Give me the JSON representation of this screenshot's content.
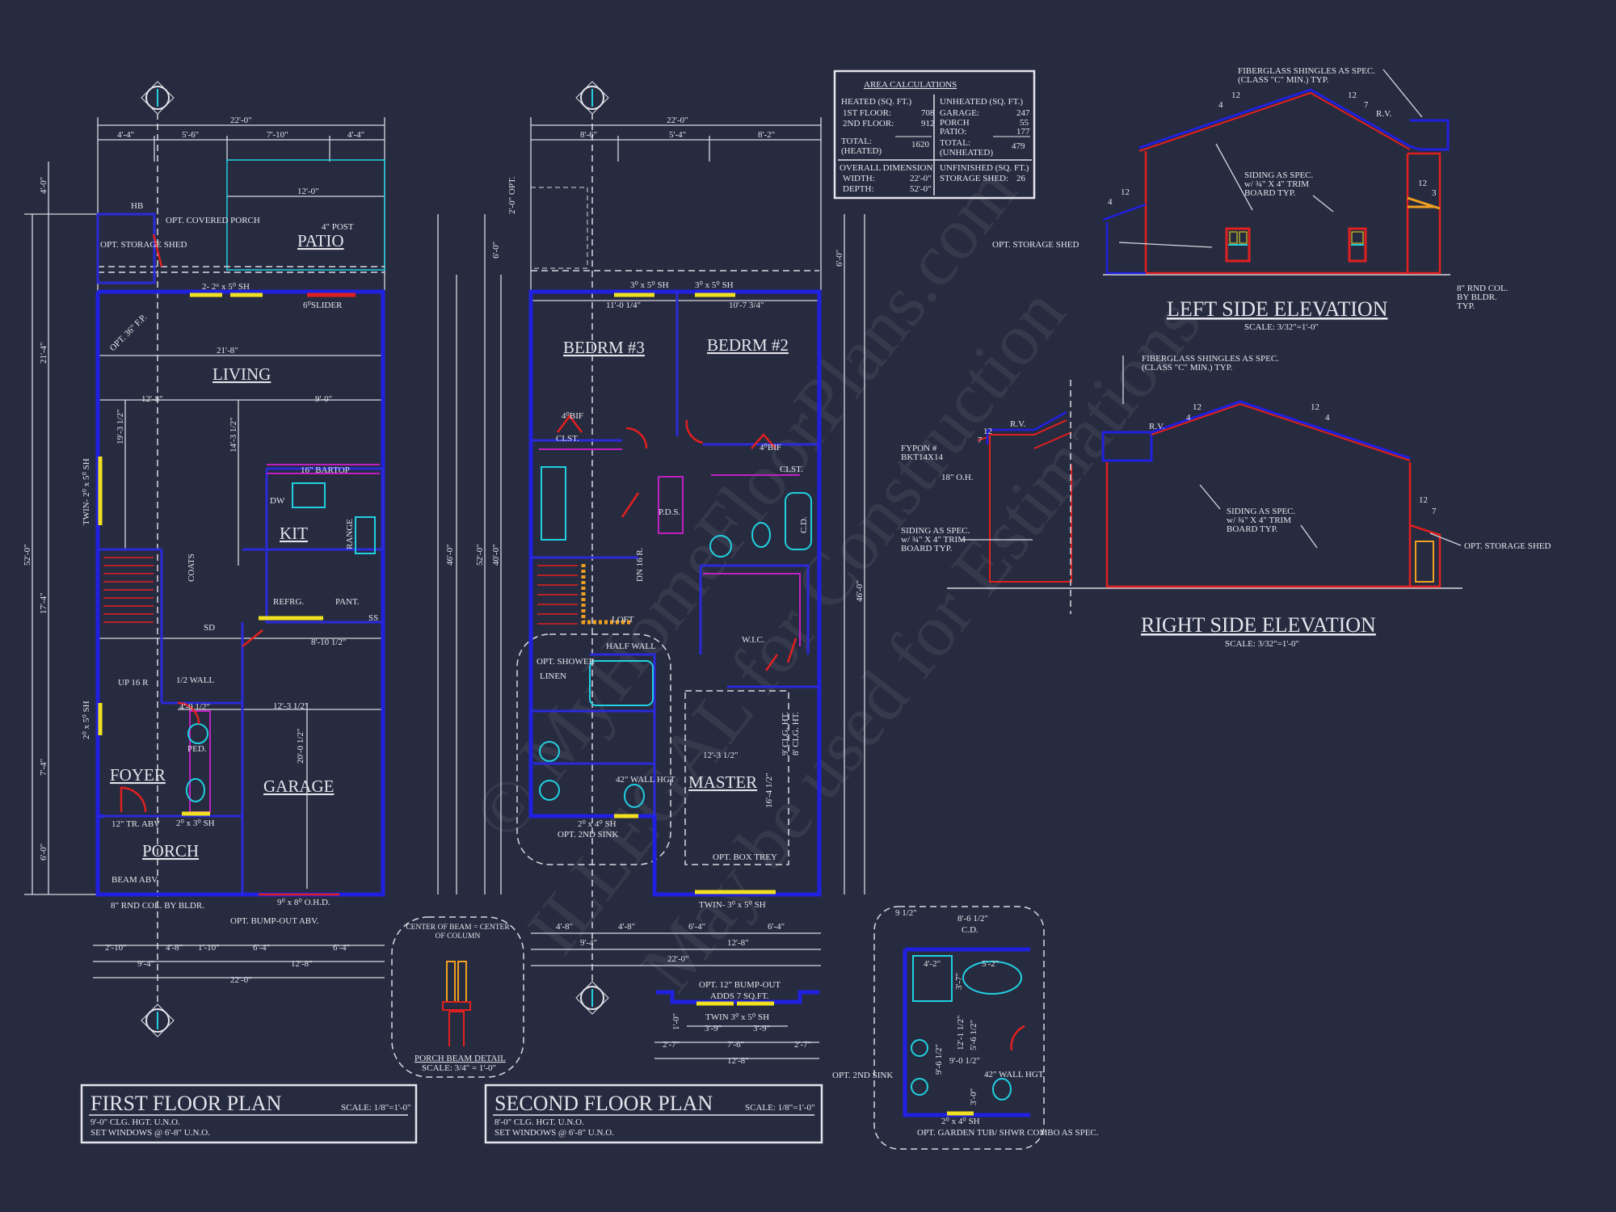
{
  "colors": {
    "background": "#272b3f",
    "wall": "#2020e0",
    "door": "#e02020",
    "window": "#f0e020",
    "fixture": "#20d0e0",
    "cabinet": "#c020c0",
    "dimension": "#d8d8e2"
  },
  "watermark": [
    "© MyHomeFloorPlans.com",
    "ILLEGAL for Construction",
    "May be used for Estimations"
  ],
  "area_calc": {
    "title": "AREA CALCULATIONS",
    "heated_header": "HEATED (SQ. FT.)",
    "heated": [
      {
        "label": "1ST FLOOR:",
        "value": "708"
      },
      {
        "label": "2ND FLOOR:",
        "value": "912"
      }
    ],
    "heated_total_label": "TOTAL:",
    "heated_total_sub": "(HEATED)",
    "heated_total": "1620",
    "unheated_header": "UNHEATED (SQ. FT.)",
    "unheated": [
      {
        "label": "GARAGE:",
        "value": "247"
      },
      {
        "label": "PORCH",
        "value": "55"
      },
      {
        "label": "PATIO:",
        "value": "177"
      }
    ],
    "unheated_total_label": "TOTAL:",
    "unheated_total_sub": "(UNHEATED)",
    "unheated_total": "479",
    "overall_header": "OVERALL DIMENSION",
    "overall": [
      {
        "label": "WIDTH:",
        "value": "22'-0\""
      },
      {
        "label": "DEPTH:",
        "value": "52'-0\""
      }
    ],
    "unfinished_header": "UNFINISHED (SQ. FT.)",
    "unfinished": [
      {
        "label": "STORAGE SHED:",
        "value": "26"
      }
    ]
  },
  "first_floor": {
    "title": "FIRST FLOOR PLAN",
    "scale": "SCALE: 1/8\"=1'-0\"",
    "notes": [
      "9'-0\" CLG. HGT. U.N.O.",
      "SET WINDOWS @ 6'-8\" U.N.O."
    ],
    "rooms": [
      "PATIO",
      "LIVING",
      "KIT",
      "GARAGE",
      "FOYER",
      "PORCH"
    ],
    "labels": [
      "22'-0\"",
      "4'-4\"",
      "5'-6\"",
      "7'-10\"",
      "4'-4\"",
      "12'-0\"",
      "OPT. COVERED PORCH",
      "4\" POST",
      "OPT. STORAGE SHED",
      "HB",
      "2- 2⁶ x 5⁰ SH",
      "6⁰SLIDER",
      "21'-8\"",
      "12'-8\"",
      "9'-0\"",
      "16\" BARTOP",
      "DW",
      "RANGE",
      "REFRG.",
      "PANT.",
      "COATS",
      "UP 16 R",
      "1/2 WALL",
      "PED.",
      "12\" TR. ABV",
      "BEAM ABV.",
      "8\" RND COL. BY BLDR.",
      "9⁰ x 8⁰ O.H.D.",
      "OPT. BUMP-OUT ABV.",
      "2⁰ x 3⁰ SH",
      "TWIN- 2⁰ x 5⁰ SH",
      "2⁰ x 5⁰ SH",
      "52'-0\"",
      "46'-0\"",
      "21'-4\"",
      "17'-4\"",
      "7'-4\"",
      "6'-0\"",
      "4'-0\"",
      "2'-10\"",
      "4'-8\"",
      "1'-10\"",
      "6'-4\"",
      "6'-4\"",
      "9'-4\"",
      "12'-8\"",
      "22'-0\"",
      "12'-3 1/2\"",
      "20'-0 1/2\"",
      "14'-3 1/2\"",
      "19'-3 1/2\"",
      "8'-10 1/2\"",
      "4'-0 1/2\"",
      "OPT. 36\" F.P.",
      "SD",
      "SS"
    ]
  },
  "second_floor": {
    "title": "SECOND FLOOR PLAN",
    "scale": "SCALE: 1/8\"=1'-0\"",
    "notes": [
      "8'-0\" CLG. HGT. U.N.O.",
      "SET WINDOWS @ 6'-8\" U.N.O."
    ],
    "rooms": [
      "BEDRM #3",
      "BEDRM #2",
      "LOFT",
      "W.I.C.",
      "MASTER"
    ],
    "labels": [
      "22'-0\"",
      "8'-6\"",
      "5'-4\"",
      "8'-2\"",
      "3⁰ x 5⁰ SH",
      "3⁰ x 5⁰ SH",
      "11'-0 1/4\"",
      "10'-7 3/4\"",
      "CLST.",
      "CLST.",
      "4⁰BIF",
      "4⁰BIF",
      "P.D.S.",
      "C.D.",
      "HALF WALL",
      "LINEN",
      "OPT. SHOWER",
      "DN 16 R.",
      "OPT. BOX TREY",
      "TWIN- 3⁰ x 5⁰ SH",
      "2⁰ x 4⁰ SH",
      "OPT. 2ND SINK",
      "9' CLG. HT.",
      "8' CLG. HT.",
      "12'-3 1/2\"",
      "16'-4 1/2\"",
      "52'-0\"",
      "46'-0\"",
      "40'-0\"",
      "6'-0\"",
      "4'-8\"",
      "4'-8\"",
      "6'-4\"",
      "6'-4\"",
      "9'-4\"",
      "12'-8\"",
      "22'-0\"",
      "42\" WALL HGT",
      "6'-0\"",
      "2'-0\" OPT."
    ]
  },
  "bump_out": {
    "title": "OPT. 12\" BUMP-OUT",
    "sub": "ADDS 7 SQ.FT.",
    "window": "TWIN 3⁰ x 5⁰ SH",
    "dims": [
      "3'-9\"",
      "3'-9\"",
      "2'-7\"",
      "7'-6\"",
      "2'-7\"",
      "12'-8\"",
      "1'-0\""
    ]
  },
  "porch_beam": {
    "note": "CENTER OF BEAM = CENTER OF COLUMN",
    "title": "PORCH BEAM DETAIL",
    "scale": "SCALE: 3/4\" = 1'-0\""
  },
  "opt_bath": {
    "labels": [
      "9 1/2\"",
      "8'-6 1/2\"",
      "C.D.",
      "4'-2\"",
      "5'-2\"",
      "3'-7\"",
      "12'-1 1/2\"",
      "9'-6 1/2\"",
      "5'-6 1/2\"",
      "9'-0 1/2\"",
      "42\" WALL HGT",
      "3'-0\"",
      "2⁰ x 4⁰ SH",
      "OPT. 2ND SINK"
    ],
    "note": "OPT. GARDEN TUB/ SHWR COMBO AS SPEC."
  },
  "left_elevation": {
    "title": "LEFT SIDE ELEVATION",
    "scale": "SCALE: 3/32\"=1'-0\"",
    "labels": [
      "FIBERGLASS SHINGLES AS SPEC.",
      "(CLASS \"C\" MIN.) TYP.",
      "SIDING AS SPEC.",
      "w/ ¾\" X 4\" TRIM",
      "BOARD TYP.",
      "OPT. STORAGE SHED",
      "R.V.",
      "8\" RND COL.",
      "BY BLDR.",
      "TYP."
    ],
    "pitches": [
      "4",
      "12",
      "12",
      "7",
      "4",
      "12",
      "12",
      "3"
    ]
  },
  "right_elevation": {
    "title": "RIGHT SIDE ELEVATION",
    "scale": "SCALE: 3/32\"=1'-0\"",
    "labels": [
      "FIBERGLASS SHINGLES AS SPEC.",
      "(CLASS \"C\" MIN.) TYP.",
      "SIDING AS SPEC.",
      "w/ ¾\" X 4\" TRIM",
      "BOARD TYP.",
      "OPT. STORAGE SHED",
      "R.V.",
      "R.V.",
      "FYPON #",
      "BKT14X14",
      "18\" O.H.",
      "SIDING AS SPEC.",
      "w/ ¾\" X 4\" TRIM",
      "BOARD TYP."
    ],
    "pitches": [
      "7",
      "12",
      "12",
      "4",
      "12",
      "4",
      "12",
      "7"
    ]
  }
}
